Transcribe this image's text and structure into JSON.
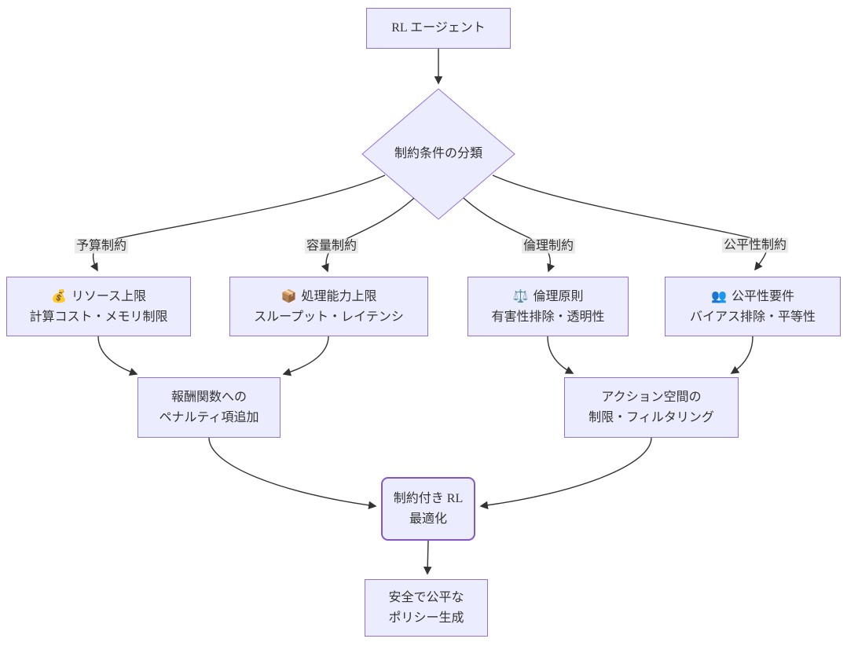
{
  "diagram": {
    "title": "RL constraint classification flowchart",
    "colors": {
      "background": "#ffffff",
      "node_fill": "#ECECFF",
      "node_border": "#9370DB",
      "highlight_node_border": "#8456C6",
      "edge_line": "#333333",
      "edge_label_bg": "#e8e8e8",
      "text": "#333333"
    }
  },
  "nodes": {
    "agent": {
      "label": "RL エージェント"
    },
    "decision": {
      "label": "制約条件の分類"
    },
    "budget": {
      "icon": "💰",
      "icon_name": "money-bag-icon",
      "line1": "リソース上限",
      "line2": "計算コスト・メモリ制限"
    },
    "capacity": {
      "icon": "📦",
      "icon_name": "package-icon",
      "line1": "処理能力上限",
      "line2": "スループット・レイテンシ"
    },
    "ethics": {
      "icon": "⚖️",
      "icon_name": "balance-scale-icon",
      "line1": "倫理原則",
      "line2": "有害性排除・透明性"
    },
    "fairness": {
      "icon": "👥",
      "icon_name": "people-icon",
      "line1": "公平性要件",
      "line2": "バイアス排除・平等性"
    },
    "reward": {
      "line1": "報酬関数への",
      "line2": "ペナルティ項追加"
    },
    "action": {
      "line1": "アクション空間の",
      "line2": "制限・フィルタリング"
    },
    "constrained": {
      "line1": "制約付き RL",
      "line2": "最適化"
    },
    "output": {
      "line1": "安全で公平な",
      "line2": "ポリシー生成"
    }
  },
  "edge_labels": {
    "budget": "予算制約",
    "capacity": "容量制約",
    "ethics": "倫理制約",
    "fairness": "公平性制約"
  }
}
